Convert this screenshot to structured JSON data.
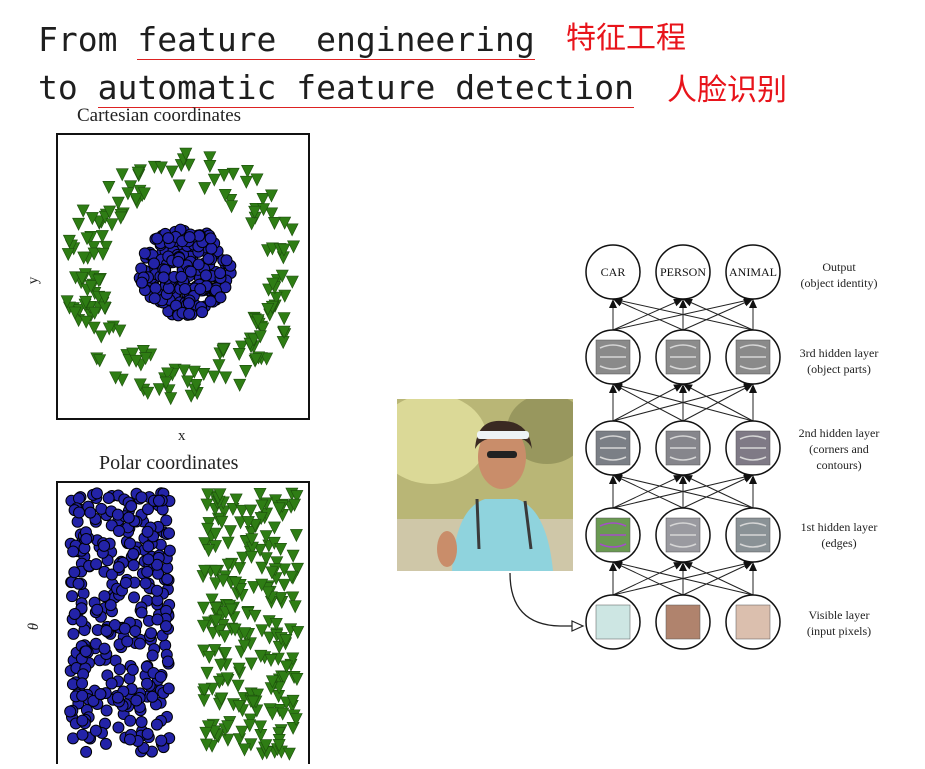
{
  "title": {
    "line1_parts": [
      "From ",
      "feature  engineering",
      " "
    ],
    "line1_cn": "特征工程",
    "line2_parts": [
      "to ",
      "automatic feature detection",
      " "
    ],
    "line2_cn": "人脸识别"
  },
  "plots": {
    "cartesian": {
      "title": "Cartesian coordinates",
      "xlabel": "x",
      "ylabel": "y"
    },
    "polar": {
      "title": "Polar coordinates",
      "ylabel": "θ"
    }
  },
  "network": {
    "output_nodes": [
      "CAR",
      "PERSON",
      "ANIMAL"
    ],
    "layers": [
      {
        "label_l1": "Output",
        "label_l2": "(object identity)"
      },
      {
        "label_l1": "3rd hidden layer",
        "label_l2": "(object parts)"
      },
      {
        "label_l1": "2nd hidden layer",
        "label_l2": "(corners and",
        "label_l3": "contours)"
      },
      {
        "label_l1": "1st hidden layer",
        "label_l2": "(edges)"
      },
      {
        "label_l1": "Visible layer",
        "label_l2": "(input pixels)"
      }
    ],
    "pixel_colors": [
      "#cde6e3",
      "#b0836d",
      "#dbbfae"
    ]
  },
  "colors": {
    "green": "#2e7d14",
    "blue": "#2323a8",
    "red": "#e8141b"
  }
}
